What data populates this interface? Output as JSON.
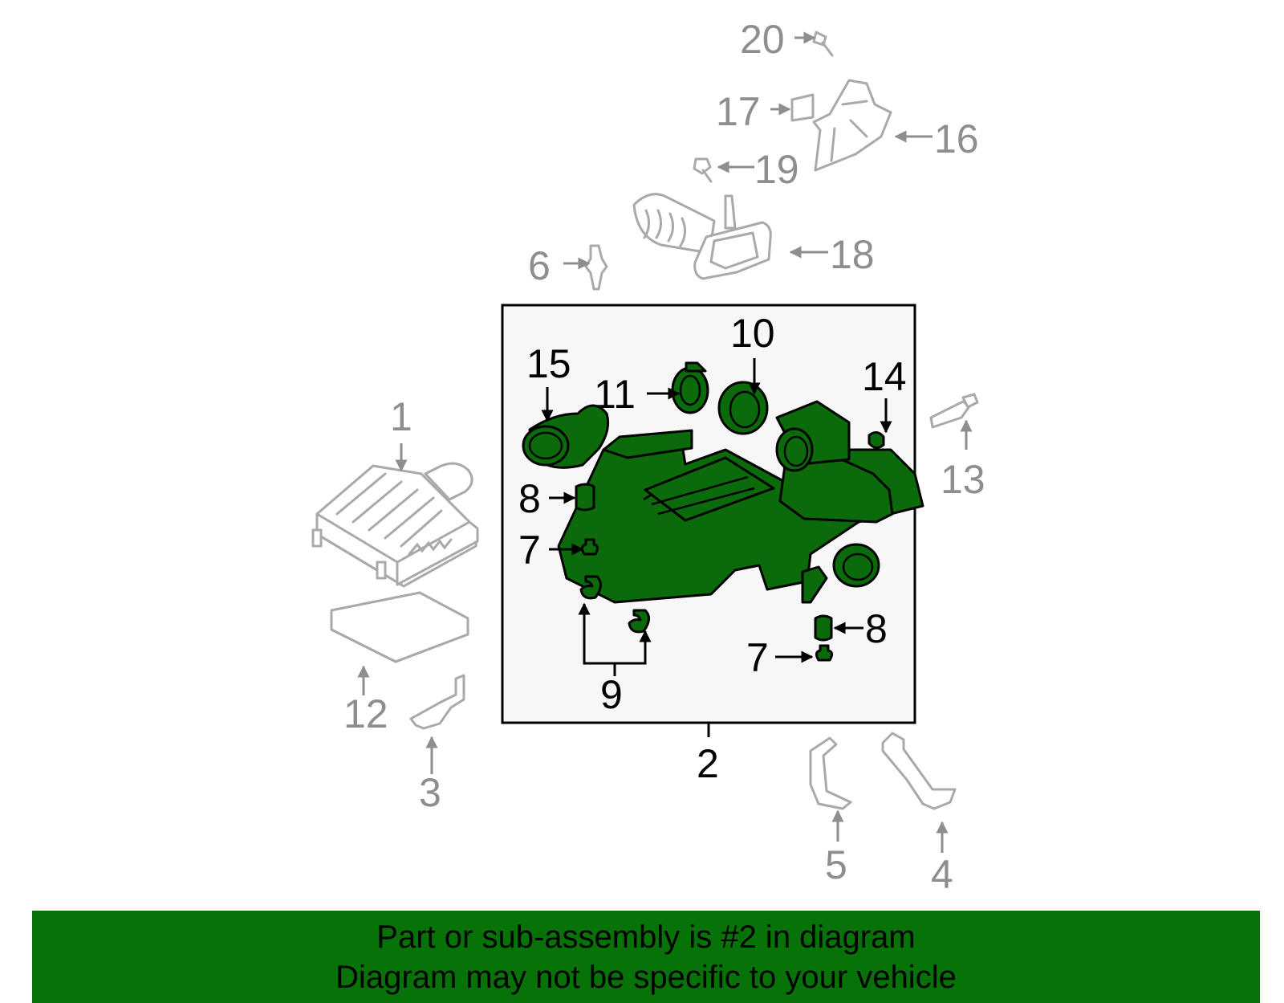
{
  "callouts": {
    "c1": "1",
    "c2": "2",
    "c3": "3",
    "c4": "4",
    "c5": "5",
    "c6": "6",
    "c7a": "7",
    "c7b": "7",
    "c8a": "8",
    "c8b": "8",
    "c9": "9",
    "c10": "10",
    "c11": "11",
    "c12": "12",
    "c13": "13",
    "c14": "14",
    "c15": "15",
    "c16": "16",
    "c17": "17",
    "c18": "18",
    "c19": "19",
    "c20": "20"
  },
  "banner": {
    "line1": "Part or sub-assembly is #2 in diagram",
    "line2": "Diagram may not be specific to your vehicle",
    "color": "#077207"
  },
  "colors": {
    "highlight_part": "#0b6b0b",
    "other_part": "#a9a9a9",
    "inset_bg": "#f7f7f7"
  }
}
